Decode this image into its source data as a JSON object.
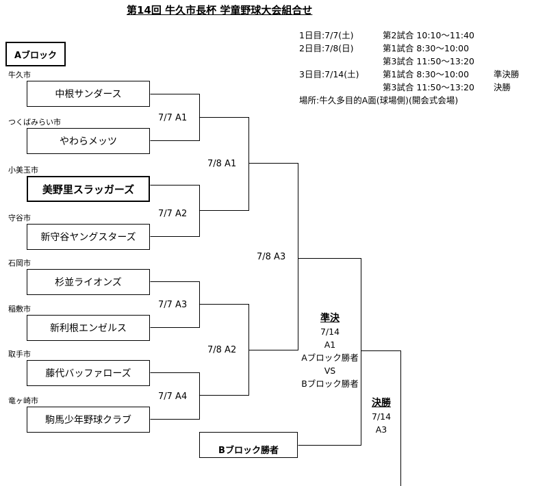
{
  "title": "第14回 牛久市長杯 学童野球大会組合せ",
  "schedule": {
    "day1": "1日目:7/7(土)",
    "day1_game2": "第2試合 10:10〜11:40",
    "day2": "2日目:7/8(日)",
    "day2_game1": "第1試合 8:30〜10:00",
    "day2_game3": "第3試合 11:50〜13:20",
    "day3": "3日目:7/14(土)",
    "day3_game1": "第1試合 8:30〜10:00",
    "day3_game1_note": "準決勝",
    "day3_game3": "第3試合 11:50〜13:20",
    "day3_game3_note": "決勝",
    "venue": "場所:牛久多目的A面(球場側)(開会式会場)"
  },
  "block_a_label": "Aブロック",
  "teams": [
    {
      "city": "牛久市",
      "name": "中根サンダース"
    },
    {
      "city": "つくばみらい市",
      "name": "やわらメッツ"
    },
    {
      "city": "小美玉市",
      "name": "美野里スラッガーズ"
    },
    {
      "city": "守谷市",
      "name": "新守谷ヤングスターズ"
    },
    {
      "city": "石岡市",
      "name": "杉並ライオンズ"
    },
    {
      "city": "稲敷市",
      "name": "新利根エンゼルス"
    },
    {
      "city": "取手市",
      "name": "藤代バッファローズ"
    },
    {
      "city": "竜ヶ崎市",
      "name": "駒馬少年野球クラブ"
    }
  ],
  "matches": {
    "r1_a1": "7/7 A1",
    "r1_a2": "7/7 A2",
    "r1_a3": "7/7 A3",
    "r1_a4": "7/7 A4",
    "r2_a1": "7/8 A1",
    "r2_a2": "7/8 A2",
    "r3_a3": "7/8 A3"
  },
  "semifinal": {
    "heading": "準決",
    "date": "7/14",
    "code": "A1",
    "side1": "Aブロック勝者",
    "vs": "VS",
    "side2": "Bブロック勝者"
  },
  "final": {
    "heading": "決勝",
    "date": "7/14",
    "code": "A3"
  },
  "block_b_winner": "Bブロック勝者"
}
